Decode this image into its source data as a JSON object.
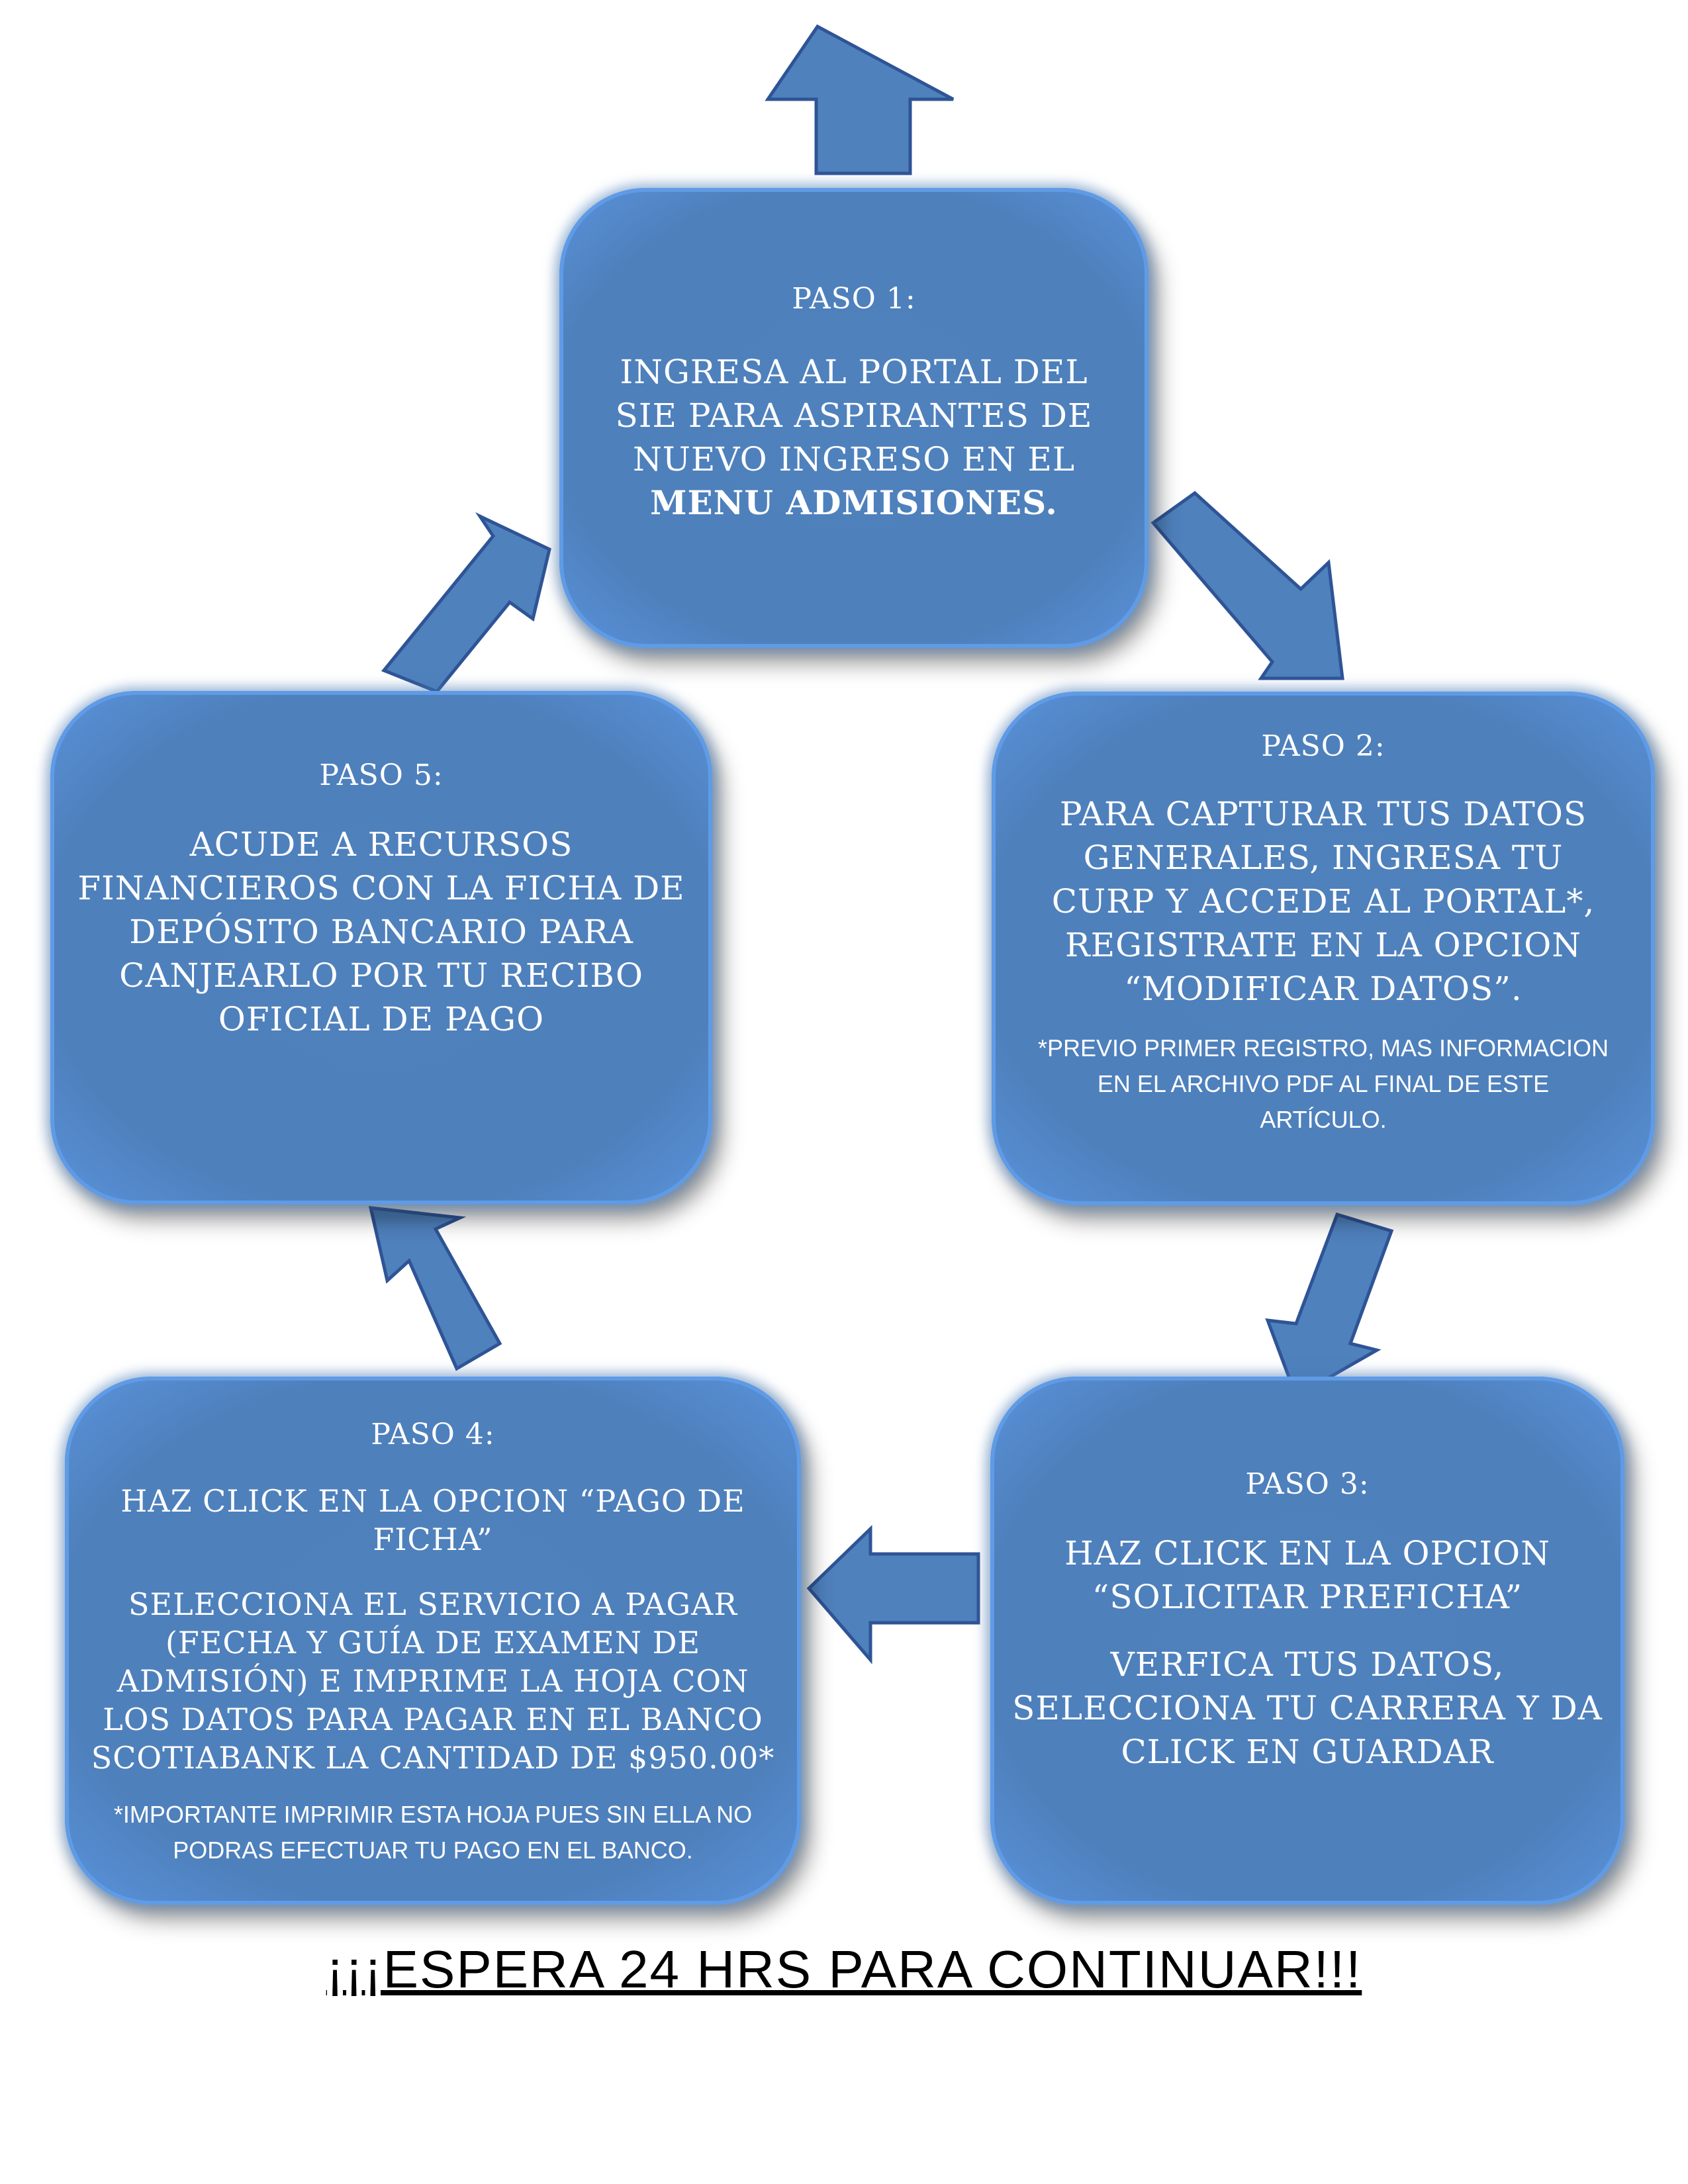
{
  "colors": {
    "box_fill": "#4f81bd",
    "arrow_fill": "#4f81bd",
    "arrow_stroke": "#2f5496",
    "text": "#ffffff",
    "footer_text": "#000000"
  },
  "steps": {
    "paso1": {
      "heading": "PASO 1:",
      "body": "INGRESA AL PORTAL DEL SIE PARA ASPIRANTES DE NUEVO INGRESO EN EL",
      "emphasis": "MENU ADMISIONES."
    },
    "paso2": {
      "heading": "PASO 2:",
      "body": "PARA CAPTURAR TUS DATOS GENERALES, INGRESA TU CURP Y ACCEDE AL PORTAL*, REGISTRATE EN LA OPCION “MODIFICAR DATOS”.",
      "note": "*PREVIO PRIMER REGISTRO, MAS INFORMACION EN EL ARCHIVO PDF AL FINAL DE ESTE ARTÍCULO."
    },
    "paso3": {
      "heading": "PASO 3:",
      "body": "HAZ CLICK EN LA OPCION “SOLICITAR PREFICHA”",
      "body2": "VERFICA TUS DATOS, SELECCIONA TU CARRERA Y DA CLICK EN GUARDAR"
    },
    "paso4": {
      "heading": "PASO 4:",
      "body": "HAZ CLICK EN LA OPCION “PAGO DE FICHA”",
      "body2": "SELECCIONA EL SERVICIO A PAGAR (FECHA Y GUÍA DE EXAMEN DE ADMISIÓN) E IMPRIME LA HOJA CON LOS DATOS PARA PAGAR EN EL BANCO SCOTIABANK LA CANTIDAD DE $950.00*",
      "note": "*IMPORTANTE IMPRIMIR ESTA HOJA PUES SIN ELLA NO PODRAS EFECTUAR TU PAGO EN EL BANCO."
    },
    "paso5": {
      "heading": "PASO 5:",
      "body": "ACUDE A RECURSOS FINANCIEROS CON LA FICHA DE DEPÓSITO BANCARIO PARA CANJEARLO POR TU RECIBO OFICIAL DE PAGO"
    }
  },
  "footer": "¡¡¡ESPERA 24 HRS PARA CONTINUAR!!!"
}
